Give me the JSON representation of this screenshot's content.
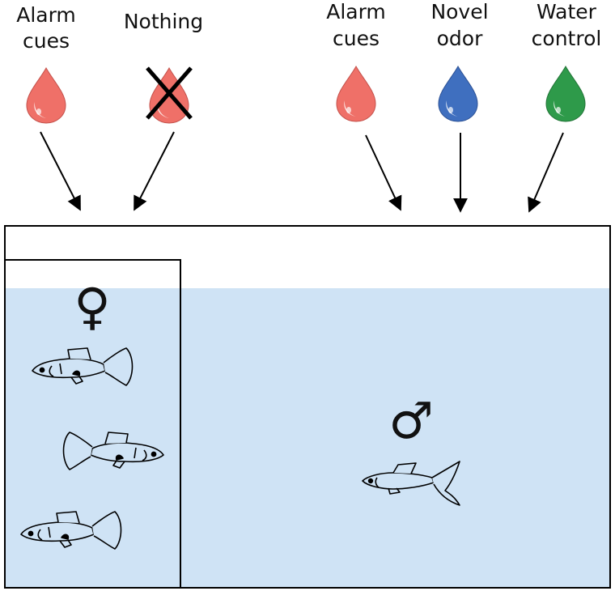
{
  "stimuli_left": [
    {
      "label_lines": [
        "Alarm",
        "cues"
      ],
      "drop_color": "#ef7068",
      "crossed": false
    },
    {
      "label_lines": [
        "Nothing"
      ],
      "drop_color": "#ef7068",
      "crossed": true
    }
  ],
  "stimuli_right": [
    {
      "label_lines": [
        "Alarm",
        "cues"
      ],
      "drop_color": "#ef7068",
      "crossed": false
    },
    {
      "label_lines": [
        "Novel",
        "odor"
      ],
      "drop_color": "#3f6fbf",
      "crossed": false
    },
    {
      "label_lines": [
        "Water",
        "control"
      ],
      "drop_color": "#2e9a4a",
      "crossed": false
    }
  ],
  "female_symbol": "♀",
  "male_symbol": "♂",
  "female_fish_count": 3,
  "male_fish_count": 1,
  "water_color": "#cfe3f5",
  "drop_icon": "water-drop-icon",
  "cross_icon": "cross-icon",
  "fish_icon": "guppy-fish-icon"
}
